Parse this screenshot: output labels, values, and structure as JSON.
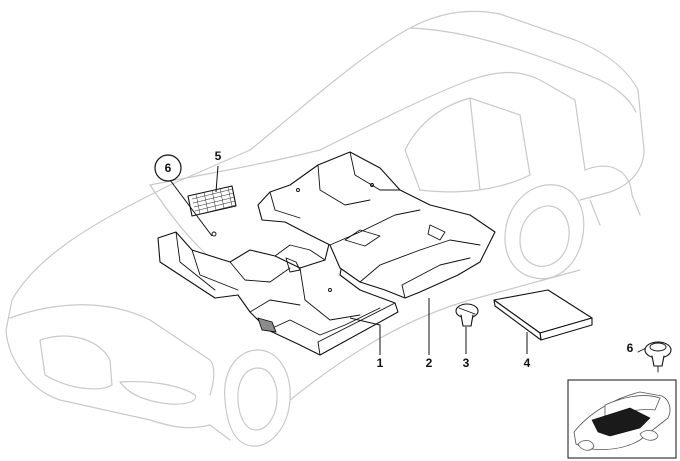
{
  "diagram": {
    "callouts": {
      "carpet_front": "1",
      "carpet_rear": "2",
      "clip": "3",
      "insulation_pad": "4",
      "net": "5",
      "ring_label": "6",
      "set_label": "6"
    }
  }
}
